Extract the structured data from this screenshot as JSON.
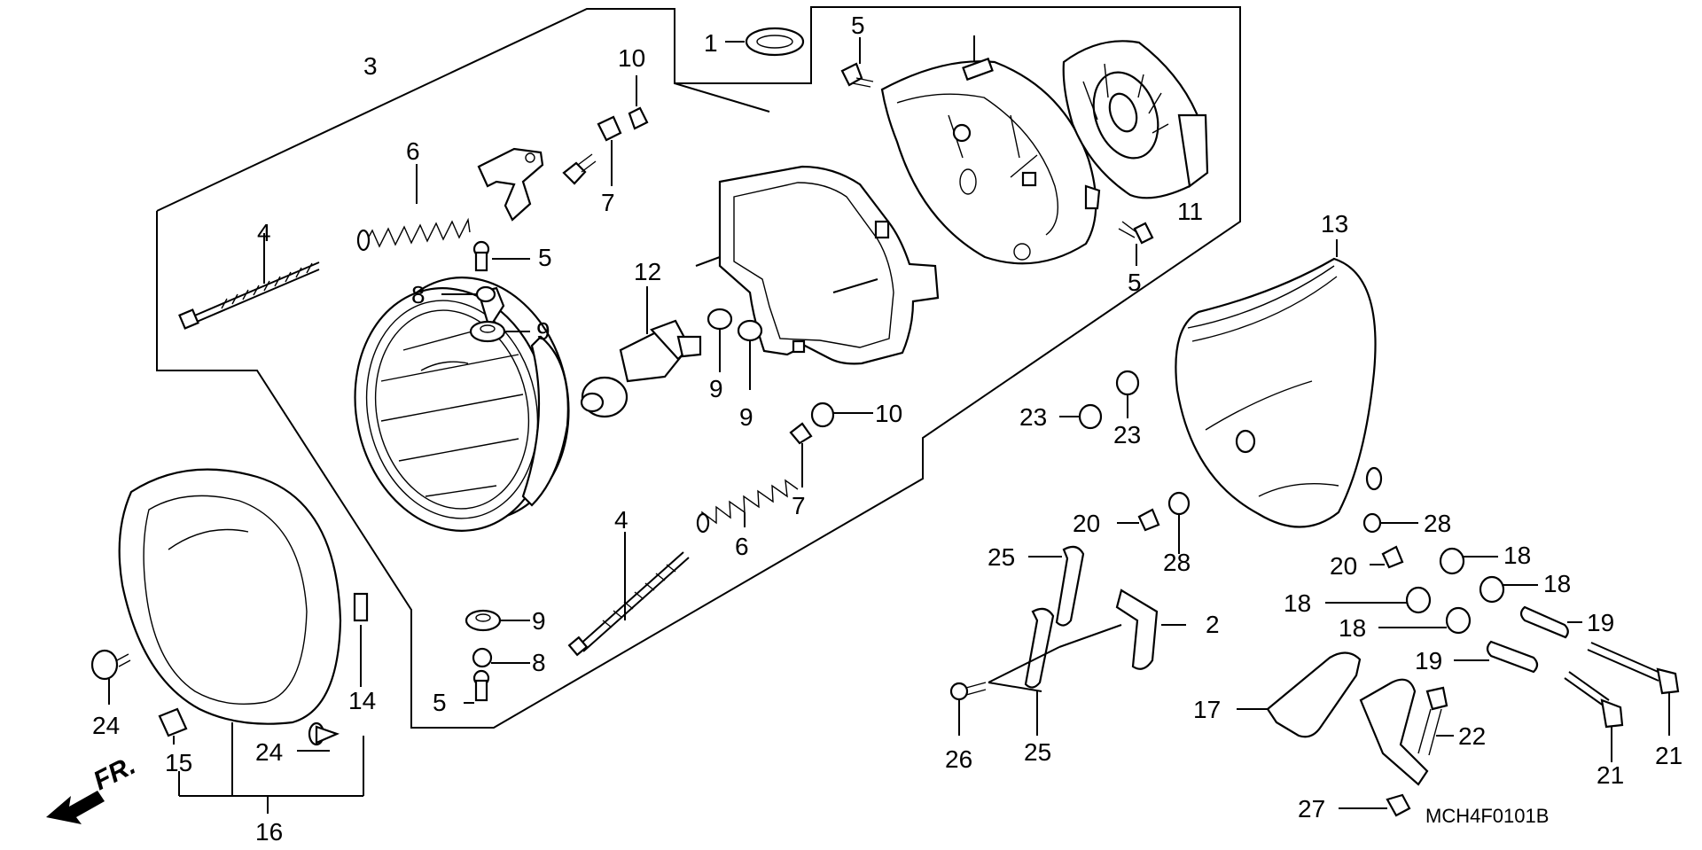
{
  "diagram": {
    "callouts": {
      "n1": "1",
      "n2": "2",
      "n3": "3",
      "n4a": "4",
      "n4b": "4",
      "n5a": "5",
      "n5b": "5",
      "n5c": "5",
      "n5d": "5",
      "n6a": "6",
      "n6b": "6",
      "n7a": "7",
      "n7b": "7",
      "n8a": "8",
      "n8b": "8",
      "n9a": "9",
      "n9b": "9",
      "n9c": "9",
      "n9d": "9",
      "n10a": "10",
      "n10b": "10",
      "n11": "11",
      "n12": "12",
      "n13": "13",
      "n14": "14",
      "n15": "15",
      "n16": "16",
      "n17": "17",
      "n18a": "18",
      "n18b": "18",
      "n18c": "18",
      "n18d": "18",
      "n19a": "19",
      "n19b": "19",
      "n20a": "20",
      "n20b": "20",
      "n21a": "21",
      "n21b": "21",
      "n22": "22",
      "n23a": "23",
      "n23b": "23",
      "n24a": "24",
      "n24b": "24",
      "n25a": "25",
      "n25b": "25",
      "n26": "26",
      "n27": "27",
      "n28a": "28",
      "n28b": "28"
    },
    "direction_label": "FR.",
    "diagram_code": "MCH4F0101B"
  }
}
